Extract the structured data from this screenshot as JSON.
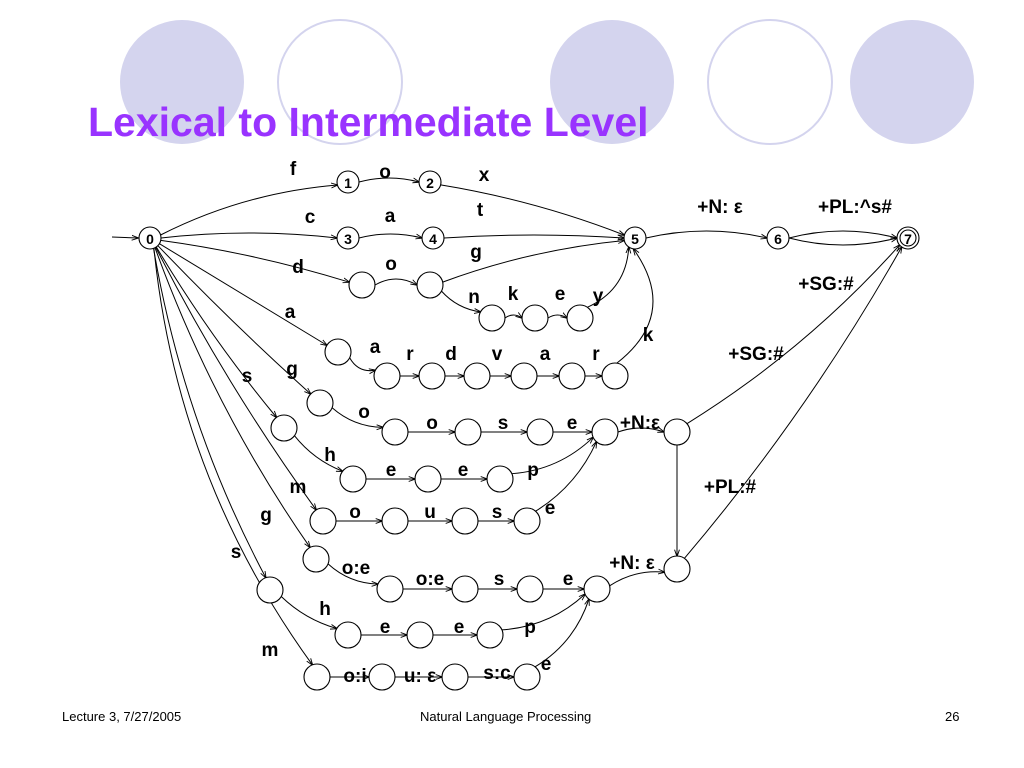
{
  "slide": {
    "title": "Lexical to Intermediate Level",
    "accent_color": "#9933ff",
    "decoration_color": "#d4d4ee"
  },
  "footer": {
    "left": "Lecture 3, 7/27/2005",
    "center": "Natural Language Processing",
    "right": "26"
  },
  "fst": {
    "state_labels": [
      "0",
      "1",
      "2",
      "3",
      "4",
      "5",
      "6",
      "7"
    ],
    "edge_labels": [
      "f",
      "o",
      "x",
      "c",
      "a",
      "t",
      "d",
      "o",
      "g",
      "n",
      "k",
      "e",
      "y",
      "a",
      "a",
      "r",
      "d",
      "v",
      "a",
      "r",
      "k",
      "+N: ε",
      "+PL:^s#",
      "+SG:#",
      "+SG:#",
      "s",
      "g",
      "o",
      "o",
      "s",
      "e",
      "+N:ε",
      "h",
      "e",
      "e",
      "p",
      "m",
      "o",
      "u",
      "s",
      "e",
      "+PL:#",
      "g",
      "o:e",
      "o:e",
      "s",
      "e",
      "+N: ε",
      "s",
      "h",
      "e",
      "e",
      "p",
      "m",
      "o:i",
      "u: ε",
      "s:c",
      "e"
    ]
  }
}
